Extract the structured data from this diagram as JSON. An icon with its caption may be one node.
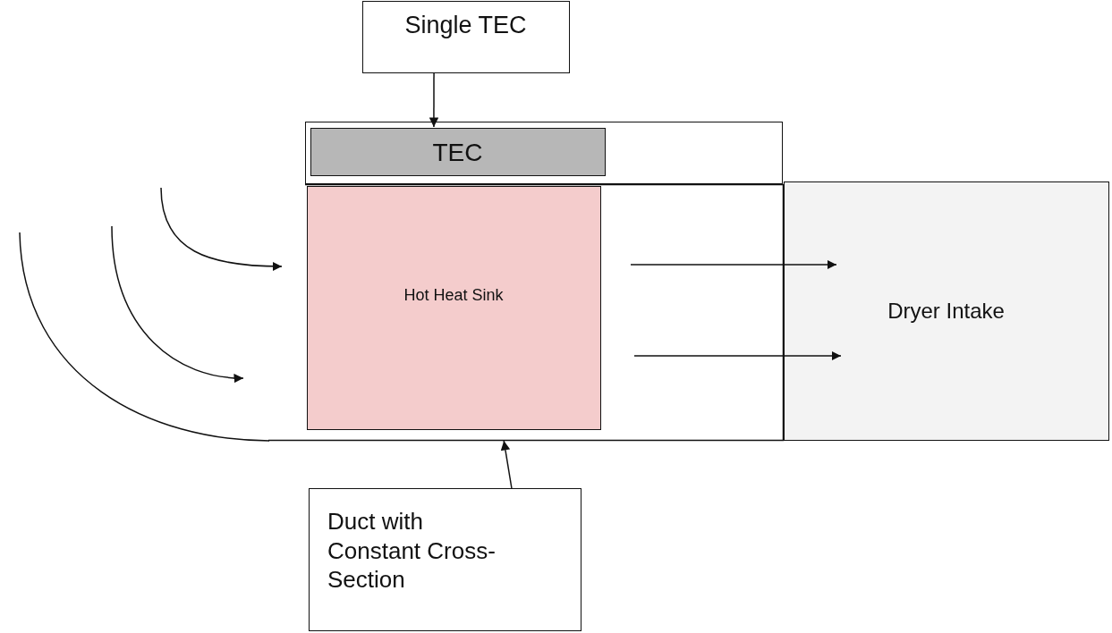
{
  "diagram": {
    "nodes": [
      {
        "text": [
          "Single TEC"
        ]
      },
      {
        "text": [],
        "shape": "box"
      },
      {
        "text": [
          "TEC"
        ],
        "in": 1
      },
      {
        "text": [],
        "shape": "box"
      },
      {
        "text": [
          "Hot Heat Sink"
        ],
        "in": 3
      },
      {
        "text": [
          "Dryer Intake"
        ]
      },
      {
        "text": [
          "Duct with Constant Cross-Section"
        ]
      }
    ],
    "edges": [
      {
        "from": 0,
        "to": 2,
        "arrow": "to"
      },
      {
        "from": 6,
        "to": 3,
        "arrow": "to"
      }
    ]
  }
}
